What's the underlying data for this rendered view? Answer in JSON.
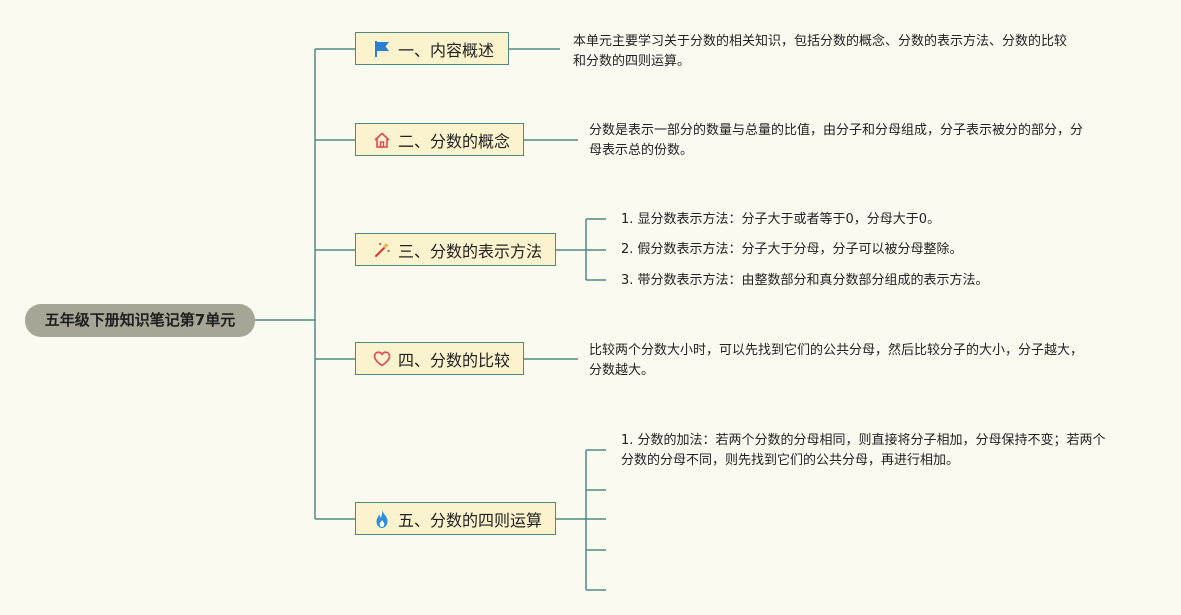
{
  "root": {
    "label": "五年级下册知识笔记第7单元"
  },
  "topics": [
    {
      "label": "一、内容概述",
      "icon": "flag-icon",
      "notes": [
        "本单元主要学习关于分数的相关知识，包括分数的概念、分数的表示方法、分数的比较和分数的四则运算。"
      ]
    },
    {
      "label": "二、分数的概念",
      "icon": "house-icon",
      "notes": [
        "分数是表示一部分的数量与总量的比值，由分子和分母组成，分子表示被分的部分，分母表示总的份数。"
      ]
    },
    {
      "label": "三、分数的表示方法",
      "icon": "magic-wand-icon",
      "notes": [
        "1. 显分数表示方法：分子大于或者等于0，分母大于0。",
        "2. 假分数表示方法：分子大于分母，分子可以被分母整除。",
        "3. 带分数表示方法：由整数部分和真分数部分组成的表示方法。"
      ]
    },
    {
      "label": "四、分数的比较",
      "icon": "heart-icon",
      "notes": [
        "比较两个分数大小时，可以先找到它们的公共分母，然后比较分子的大小，分子越大，分数越大。"
      ]
    },
    {
      "label": "五、分数的四则运算",
      "icon": "fire-icon",
      "notes": [
        "1. 分数的加法：若两个分数的分母相同，则直接将分子相加，分母保持不变；若两个分数的分母不同，则先找到它们的公共分母，再进行相加。"
      ]
    }
  ],
  "colors": {
    "connector": "#4e8a83",
    "topic_fill": "#fbf3cd",
    "root_fill": "#a7a596",
    "background": "#fbfaf1"
  }
}
